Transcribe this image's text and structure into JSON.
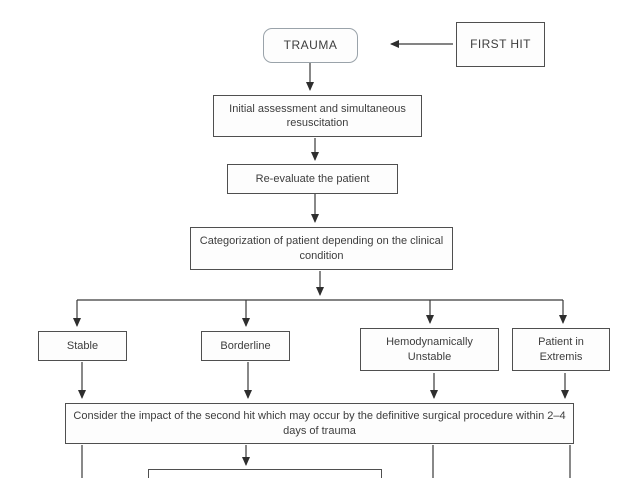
{
  "diagram": {
    "nodes": {
      "trauma": {
        "label": "TRAUMA"
      },
      "first_hit": {
        "label": "FIRST HIT"
      },
      "initial_assessment": {
        "label": "Initial assessment and simultaneous resuscitation"
      },
      "reevaluate": {
        "label": "Re-evaluate the patient"
      },
      "categorization": {
        "label": "Categorization of patient depending on the clinical condition"
      },
      "stable": {
        "label": "Stable"
      },
      "borderline": {
        "label": "Borderline"
      },
      "unstable": {
        "label": "Hemodynamically Unstable"
      },
      "extremis": {
        "label": "Patient in Extremis"
      },
      "second_hit": {
        "label": "Consider the impact of the second hit which may occur by the definitive surgical procedure within 2–4 days of trauma"
      }
    },
    "edges": [
      {
        "from": "first_hit",
        "to": "trauma"
      },
      {
        "from": "trauma",
        "to": "initial_assessment"
      },
      {
        "from": "initial_assessment",
        "to": "reevaluate"
      },
      {
        "from": "reevaluate",
        "to": "categorization"
      },
      {
        "from": "categorization",
        "to": "stable"
      },
      {
        "from": "categorization",
        "to": "borderline"
      },
      {
        "from": "categorization",
        "to": "unstable"
      },
      {
        "from": "categorization",
        "to": "extremis"
      },
      {
        "from": "stable",
        "to": "second_hit"
      },
      {
        "from": "borderline",
        "to": "second_hit"
      },
      {
        "from": "unstable",
        "to": "second_hit"
      },
      {
        "from": "extremis",
        "to": "second_hit"
      },
      {
        "from": "second_hit",
        "to": "continuation_box"
      }
    ],
    "colors": {
      "border": "#4f4f4f",
      "trauma_border": "#9aa3aa",
      "text": "#3d3d3d",
      "background": "#ffffff",
      "line": "#3a3a3a"
    }
  }
}
